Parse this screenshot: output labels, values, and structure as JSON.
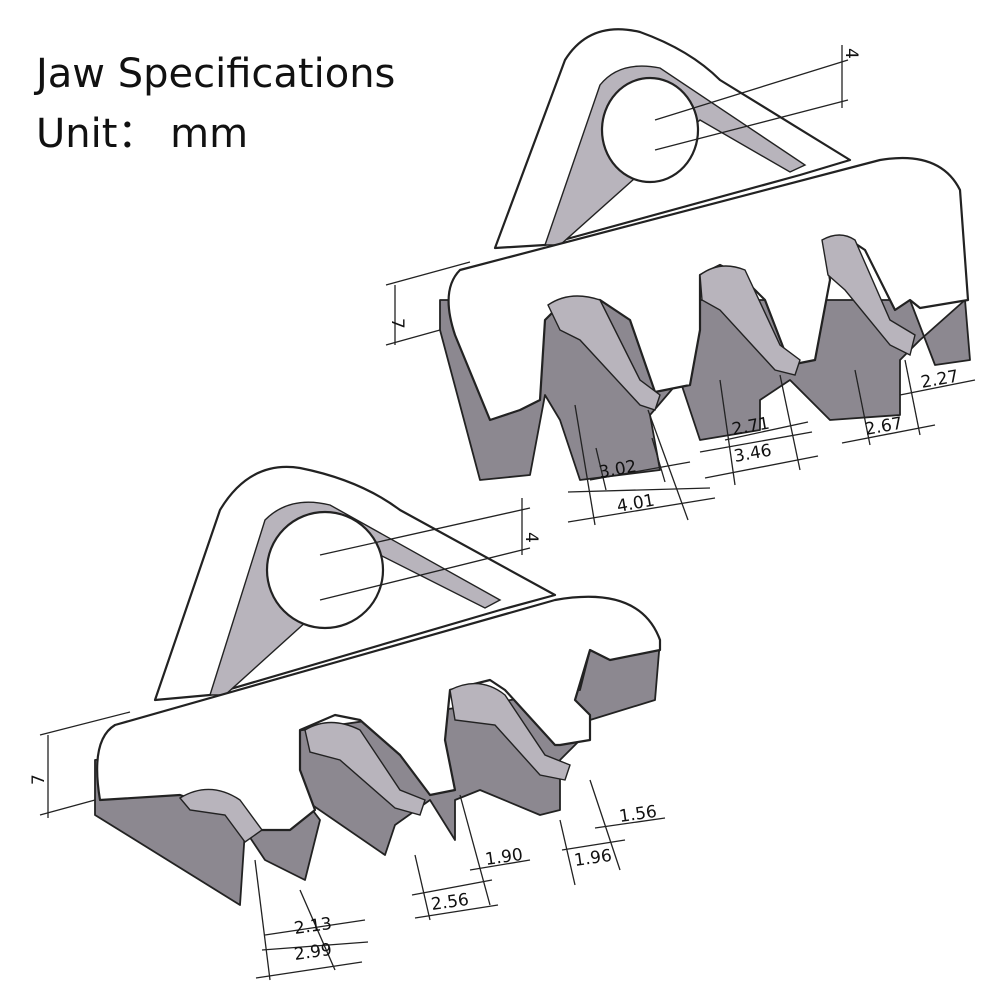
{
  "title": {
    "line1": "Jaw Specifications",
    "line2": "Unit： mm"
  },
  "upper_jaw": {
    "height": "7",
    "hole_thickness": "4",
    "dims": [
      "3.02",
      "4.01",
      "2.71",
      "3.46",
      "2.67",
      "2.27"
    ]
  },
  "lower_jaw": {
    "height": "7",
    "hole_thickness": "4",
    "dims": [
      "2.13",
      "2.99",
      "2.56",
      "1.90",
      "1.96",
      "1.56"
    ]
  },
  "colors": {
    "face": "#ffffff",
    "side": "#8c8890",
    "line": "#222222"
  }
}
